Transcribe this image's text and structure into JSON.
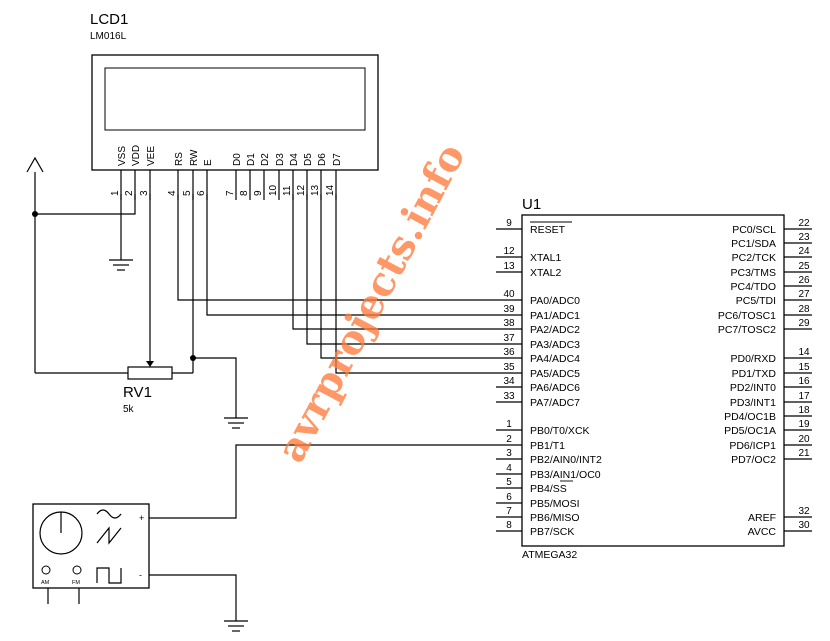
{
  "lcd": {
    "ref": "LCD1",
    "model": "LM016L",
    "pins": [
      {
        "name": "VSS",
        "num": "1"
      },
      {
        "name": "VDD",
        "num": "2"
      },
      {
        "name": "VEE",
        "num": "3"
      },
      {
        "name": "RS",
        "num": "4"
      },
      {
        "name": "RW",
        "num": "5"
      },
      {
        "name": "E",
        "num": "6"
      },
      {
        "name": "D0",
        "num": "7"
      },
      {
        "name": "D1",
        "num": "8"
      },
      {
        "name": "D2",
        "num": "9"
      },
      {
        "name": "D3",
        "num": "10"
      },
      {
        "name": "D4",
        "num": "11"
      },
      {
        "name": "D5",
        "num": "12"
      },
      {
        "name": "D6",
        "num": "13"
      },
      {
        "name": "D7",
        "num": "14"
      }
    ]
  },
  "mcu": {
    "ref": "U1",
    "part": "ATMEGA32",
    "left_pins": [
      {
        "num": "9",
        "label": "RESET"
      },
      {
        "num": "12",
        "label": "XTAL1"
      },
      {
        "num": "13",
        "label": "XTAL2"
      },
      {
        "num": "40",
        "label": "PA0/ADC0"
      },
      {
        "num": "39",
        "label": "PA1/ADC1"
      },
      {
        "num": "38",
        "label": "PA2/ADC2"
      },
      {
        "num": "37",
        "label": "PA3/ADC3"
      },
      {
        "num": "36",
        "label": "PA4/ADC4"
      },
      {
        "num": "35",
        "label": "PA5/ADC5"
      },
      {
        "num": "34",
        "label": "PA6/ADC6"
      },
      {
        "num": "33",
        "label": "PA7/ADC7"
      },
      {
        "num": "1",
        "label": "PB0/T0/XCK"
      },
      {
        "num": "2",
        "label": "PB1/T1"
      },
      {
        "num": "3",
        "label": "PB2/AIN0/INT2"
      },
      {
        "num": "4",
        "label": "PB3/AIN1/OC0"
      },
      {
        "num": "5",
        "label": "PB4/SS"
      },
      {
        "num": "6",
        "label": "PB5/MOSI"
      },
      {
        "num": "7",
        "label": "PB6/MISO"
      },
      {
        "num": "8",
        "label": "PB7/SCK"
      }
    ],
    "right_pins": [
      {
        "num": "22",
        "label": "PC0/SCL"
      },
      {
        "num": "23",
        "label": "PC1/SDA"
      },
      {
        "num": "24",
        "label": "PC2/TCK"
      },
      {
        "num": "25",
        "label": "PC3/TMS"
      },
      {
        "num": "26",
        "label": "PC4/TDO"
      },
      {
        "num": "27",
        "label": "PC5/TDI"
      },
      {
        "num": "28",
        "label": "PC6/TOSC1"
      },
      {
        "num": "29",
        "label": "PC7/TOSC2"
      },
      {
        "num": "14",
        "label": "PD0/RXD"
      },
      {
        "num": "15",
        "label": "PD1/TXD"
      },
      {
        "num": "16",
        "label": "PD2/INT0"
      },
      {
        "num": "17",
        "label": "PD3/INT1"
      },
      {
        "num": "18",
        "label": "PD4/OC1B"
      },
      {
        "num": "19",
        "label": "PD5/OC1A"
      },
      {
        "num": "20",
        "label": "PD6/ICP1"
      },
      {
        "num": "21",
        "label": "PD7/OC2"
      },
      {
        "num": "32",
        "label": "AREF"
      },
      {
        "num": "30",
        "label": "AVCC"
      }
    ]
  },
  "pot": {
    "ref": "RV1",
    "value": "5k"
  },
  "generator": {
    "plus": "+",
    "minus": "-",
    "am": "AM",
    "fm": "FM"
  },
  "watermark": "avrprojects.info"
}
